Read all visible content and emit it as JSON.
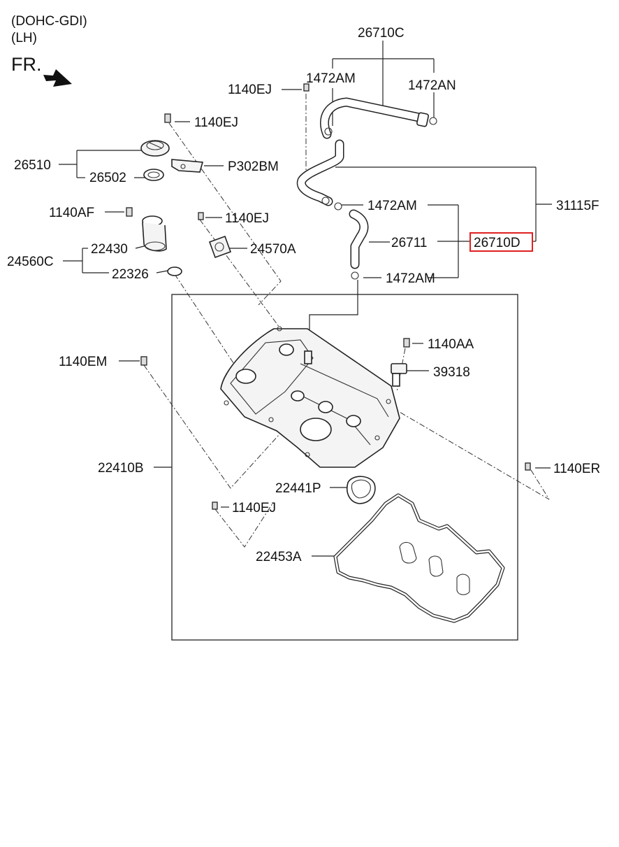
{
  "header": {
    "engine": "(DOHC-GDI)",
    "side": "(LH)",
    "front_indicator": "FR."
  },
  "callouts": {
    "c_26710C": "26710C",
    "c_1472AM_top": "1472AM",
    "c_1472AN": "1472AN",
    "c_1140EJ_top": "1140EJ",
    "c_1140EJ_cap": "1140EJ",
    "c_26510": "26510",
    "c_26502": "26502",
    "c_P302BM": "P302BM",
    "c_1140AF": "1140AF",
    "c_1140EJ_mid": "1140EJ",
    "c_24560C": "24560C",
    "c_22430": "22430",
    "c_22326": "22326",
    "c_24570A": "24570A",
    "c_1472AM_mid": "1472AM",
    "c_31115F": "31115F",
    "c_26711": "26711",
    "c_26710D": "26710D",
    "c_1472AM_low": "1472AM",
    "c_1140AA": "1140AA",
    "c_39318": "39318",
    "c_1140EM": "1140EM",
    "c_22410B": "22410B",
    "c_1140ER": "1140ER",
    "c_22441P": "22441P",
    "c_1140EJ_low": "1140EJ",
    "c_22453A": "22453A"
  },
  "highlight": {
    "part": "26710D",
    "color": "#e02020"
  },
  "icons": {
    "front_arrow": "front-arrow-icon"
  }
}
